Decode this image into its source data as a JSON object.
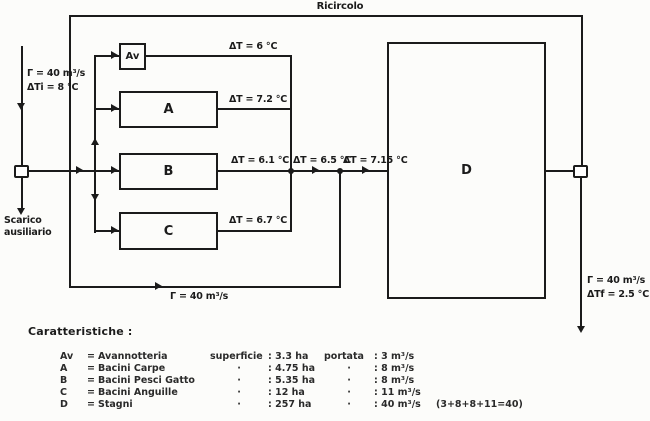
{
  "diagram": {
    "title_top": "Ricircolo",
    "inlet": {
      "flow": "Γ = 40 m³/s",
      "temp": "ΔTi = 8 °C"
    },
    "drain_label": "Scarico\nausiliario",
    "boxes": {
      "av": "Av",
      "a": "A",
      "b": "B",
      "c": "C",
      "d": "D"
    },
    "dt_av": "ΔT = 6 °C",
    "dt_a": "ΔT = 7.2 °C",
    "dt_b": "ΔT = 6.1 °C",
    "dt_c": "ΔT = 6.7 °C",
    "dt_mix1": "ΔT = 6.5 °C",
    "dt_mix2": "ΔT = 7.15 °C",
    "recirc_flow": "Γ = 40 m³/s",
    "outlet": {
      "flow": "Γ = 40 m³/s",
      "temp": "ΔTf = 2.5 °C"
    }
  },
  "characteristics": {
    "title": "Caratteristiche :",
    "rows": [
      {
        "code": "Av",
        "eq": "=",
        "name": "Avannotteria",
        "sup_label": "superficie",
        "sup_value": ": 3.3 ha",
        "port_label": "portata",
        "port_value": ": 3 m³/s",
        "note": ""
      },
      {
        "code": "A",
        "eq": "=",
        "name": "Bacini Carpe",
        "sup_label": "·",
        "sup_value": ": 4.75 ha",
        "port_label": "·",
        "port_value": ": 8 m³/s",
        "note": ""
      },
      {
        "code": "B",
        "eq": "=",
        "name": "Bacini Pesci Gatto",
        "sup_label": "·",
        "sup_value": ": 5.35 ha",
        "port_label": "·",
        "port_value": ": 8 m³/s",
        "note": ""
      },
      {
        "code": "C",
        "eq": "=",
        "name": "Bacini Anguille",
        "sup_label": "·",
        "sup_value": ": 12 ha",
        "port_label": "·",
        "port_value": ": 11 m³/s",
        "note": ""
      },
      {
        "code": "D",
        "eq": "=",
        "name": "Stagni",
        "sup_label": "·",
        "sup_value": ": 257 ha",
        "port_label": "·",
        "port_value": ": 40 m³/s",
        "note": "(3+8+8+11=40)"
      }
    ]
  },
  "colors": {
    "ink": "#1b1b1b",
    "paper": "#fcfcfa"
  }
}
